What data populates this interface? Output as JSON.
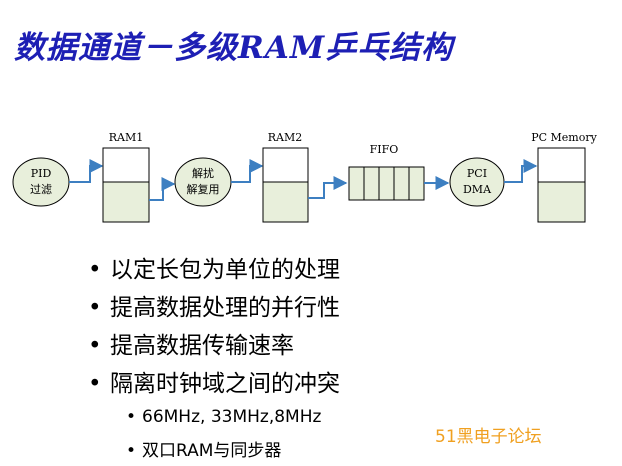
{
  "title": "数据通道－多级RAM乒乓结构",
  "diagram": {
    "pid_label_1": "PID",
    "pid_label_2": "过滤",
    "ram1_label": "RAM1",
    "unpack_label_1": "解扰",
    "unpack_label_2": "解复用",
    "ram2_label": "RAM2",
    "fifo_label": "FIFO",
    "pci_label_1": "PCI",
    "pci_label_2": "DMA",
    "pcmem_label": "PC Memory",
    "colors": {
      "node_fill": "#e8efdb",
      "buffer_fill": "#e8efdb",
      "arrow": "#3d7fc1",
      "stroke": "#000000"
    }
  },
  "bullets": [
    "以定长包为单位的处理",
    "提高数据处理的并行性",
    "提高数据传输速率",
    "隔离时钟域之间的冲突"
  ],
  "sub_bullets": [
    "66MHz, 33MHz,8MHz",
    "双口RAM与同步器"
  ],
  "watermark": "51黑电子论坛"
}
